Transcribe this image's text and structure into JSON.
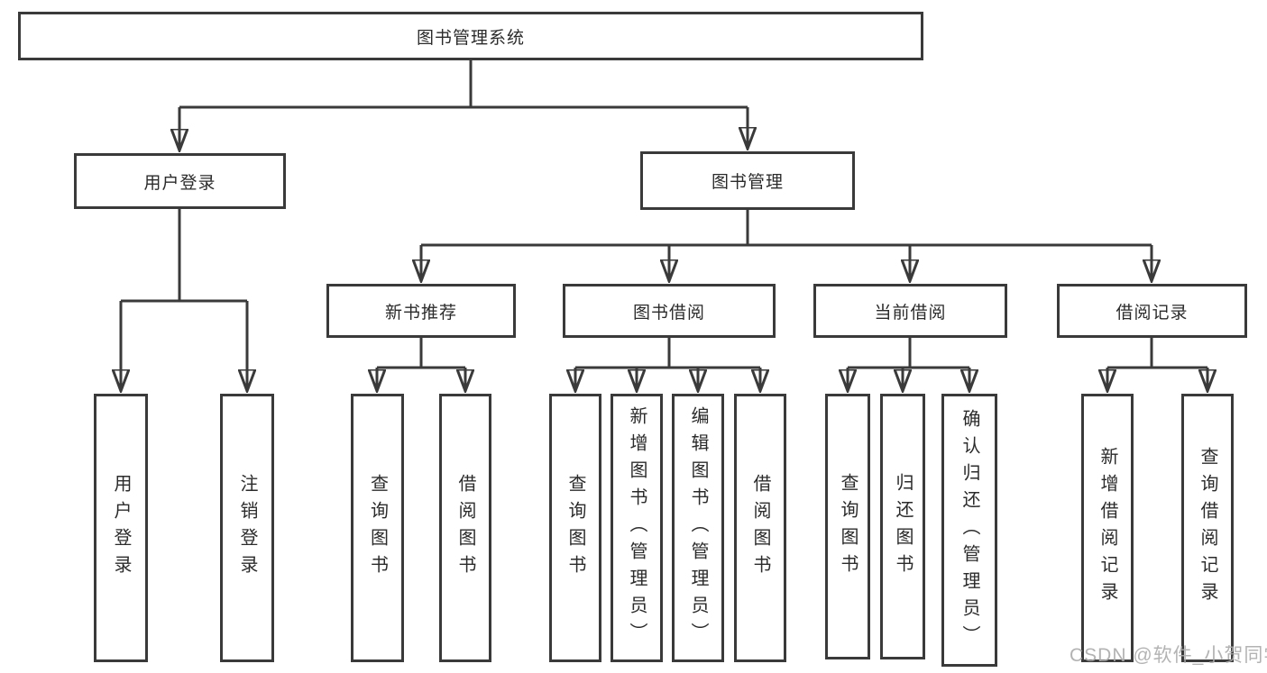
{
  "title": "图书管理系统",
  "level2": {
    "user_login": "用户登录",
    "book_mgmt": "图书管理"
  },
  "level3": {
    "new_books": "新书推荐",
    "book_borrow": "图书借阅",
    "current_borrow": "当前借阅",
    "borrow_records": "借阅记录"
  },
  "leaves": {
    "user_login": [
      "用户登录",
      "注销登录"
    ],
    "new_books": [
      "查询图书",
      "借阅图书"
    ],
    "book_borrow": [
      "查询图书",
      "新增图书（管理员）",
      "编辑图书（管理员）",
      "借阅图书"
    ],
    "current_borrow": [
      "查询图书",
      "归还图书",
      "确认归还（管理员）"
    ],
    "borrow_records": [
      "新增借阅记录",
      "查询借阅记录"
    ]
  },
  "watermark": "CSDN @软件_小贺同学",
  "colors": {
    "line": "#3a3a3a",
    "text": "#2b2b2b",
    "watermark": "#ababab",
    "background": "#ffffff"
  }
}
